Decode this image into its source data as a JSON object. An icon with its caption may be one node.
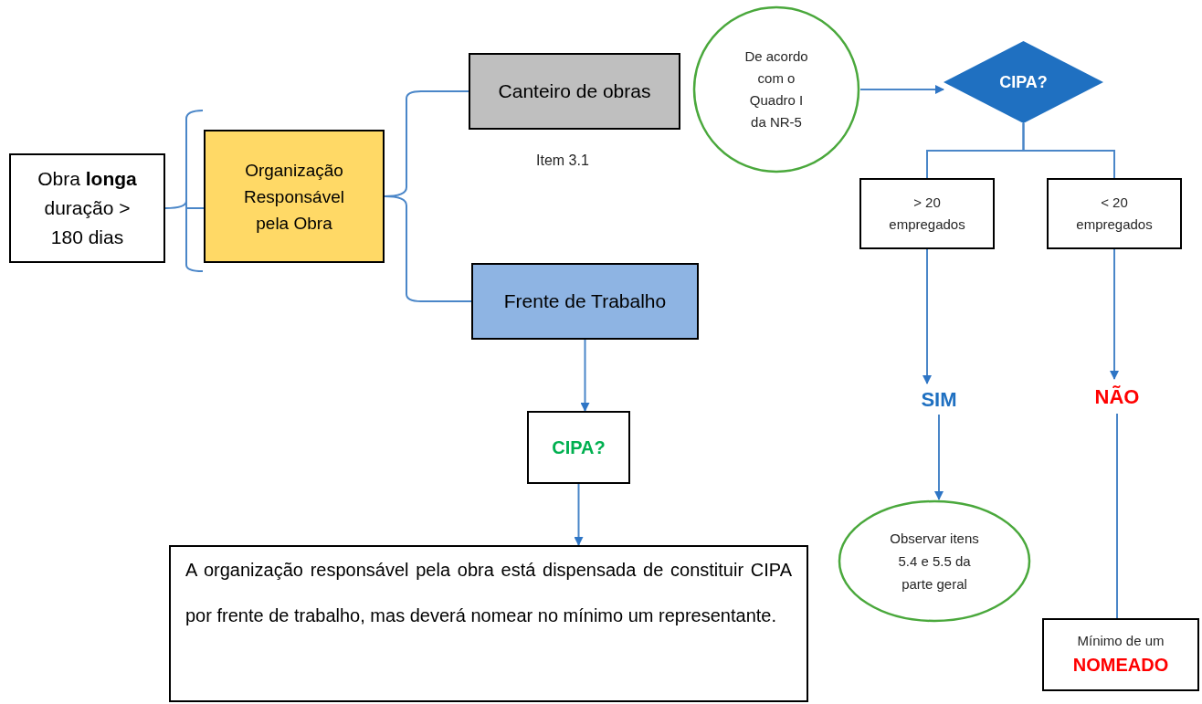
{
  "diagram": {
    "nodes": [
      {
        "text": [
          "Obra **longa** duração > 180 dias"
        ]
      },
      {
        "text": [
          "Organização Responsável pela Obra"
        ]
      },
      {
        "text": [
          "Canteiro de obras"
        ],
        "beside": [
          "Item 3.1"
        ]
      },
      {
        "text": [
          "Frente de Trabalho"
        ]
      },
      {
        "text": [
          "CIPA?"
        ]
      },
      {
        "text": [
          "A organização responsável pela obra está dispensada de constituir CIPA por frente de trabalho, mas deverá nomear no mínimo um representante."
        ]
      },
      {
        "text": [
          "De acordo com o Quadro I da NR-5"
        ]
      },
      {
        "text": [
          "CIPA?"
        ]
      },
      {
        "text": [
          "> 20 empregados"
        ]
      },
      {
        "text": [
          "< 20 empregados"
        ]
      },
      {
        "text": [
          "SIM"
        ]
      },
      {
        "text": [
          "NÃO"
        ]
      },
      {
        "text": [
          "Observar itens 5.4 e 5.5 da parte geral"
        ]
      },
      {
        "text": [
          "Mínimo de um",
          "NOMEADO"
        ]
      }
    ],
    "edges": [
      {
        "from": 0,
        "to": 1,
        "arrow": "none"
      },
      {
        "from": 1,
        "to": 2,
        "arrow": "none"
      },
      {
        "from": 1,
        "to": 3,
        "arrow": "none"
      },
      {
        "from": 3,
        "to": 4,
        "arrow": "to"
      },
      {
        "from": 4,
        "to": 5,
        "arrow": "to"
      },
      {
        "from": 6,
        "to": 7,
        "arrow": "to"
      },
      {
        "from": 7,
        "to": 8,
        "arrow": "none"
      },
      {
        "from": 7,
        "to": 9,
        "arrow": "none"
      },
      {
        "from": 8,
        "to": 10,
        "arrow": "to"
      },
      {
        "from": 9,
        "to": 11,
        "arrow": "to"
      },
      {
        "from": 10,
        "to": 12,
        "arrow": "to"
      },
      {
        "from": 11,
        "to": 13,
        "arrow": "none"
      }
    ]
  }
}
